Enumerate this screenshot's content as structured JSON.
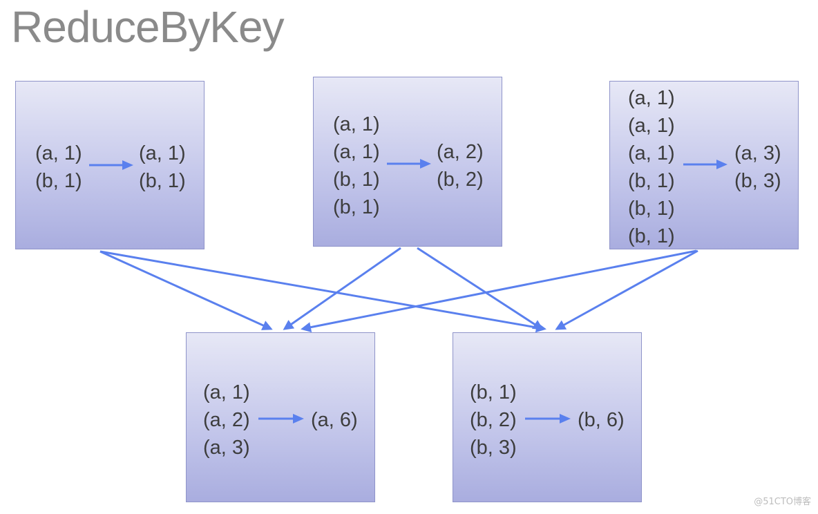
{
  "title": "ReduceByKey",
  "partitions": [
    {
      "inputs": [
        "(a, 1)",
        "(b, 1)"
      ],
      "outputs": [
        "(a, 1)",
        "(b, 1)"
      ]
    },
    {
      "inputs": [
        "(a, 1)",
        "(a, 1)",
        "(b, 1)",
        "(b, 1)"
      ],
      "outputs": [
        "(a, 2)",
        "(b, 2)"
      ]
    },
    {
      "inputs": [
        "(a, 1)",
        "(a, 1)",
        "(a, 1)",
        "(b, 1)",
        "(b, 1)",
        "(b, 1)"
      ],
      "outputs": [
        "(a, 3)",
        "(b, 3)"
      ]
    }
  ],
  "reducers": [
    {
      "inputs": [
        "(a, 1)",
        "(a, 2)",
        "(a, 3)"
      ],
      "outputs": [
        "(a, 6)"
      ]
    },
    {
      "inputs": [
        "(b, 1)",
        "(b, 2)",
        "(b, 3)"
      ],
      "outputs": [
        "(b, 6)"
      ]
    }
  ],
  "colors": {
    "arrow": "#5a80ee",
    "box_border": "#8e93c9",
    "title": "#8a8a8a"
  },
  "watermark": "@51CTO博客"
}
